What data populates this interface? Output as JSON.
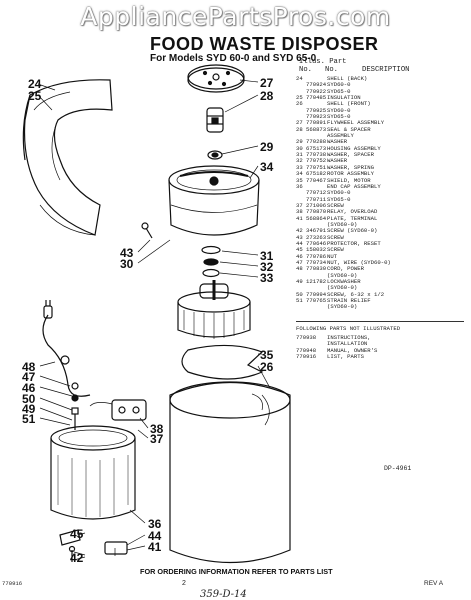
{
  "watermark": "AppliancePartsPros.com",
  "title": "FOOD WASTE DISPOSER",
  "subtitle": "For Models SYD 60-0 and SYD 65-0",
  "header": {
    "illus": "Illus. Part",
    "no": "No.",
    "partno": "No.",
    "desc": "DESCRIPTION"
  },
  "parts": [
    {
      "illus": "24",
      "part": "",
      "desc": "SHELL (BACK)"
    },
    {
      "illus": "",
      "part": "770924",
      "desc": "SYD60-0"
    },
    {
      "illus": "",
      "part": "770922",
      "desc": "SYD65-0"
    },
    {
      "illus": "25",
      "part": "770485",
      "desc": "INSULATION"
    },
    {
      "illus": "26",
      "part": "",
      "desc": "SHELL (FRONT)"
    },
    {
      "illus": "",
      "part": "770925",
      "desc": "SYD60-0"
    },
    {
      "illus": "",
      "part": "770923",
      "desc": "SYD65-0"
    },
    {
      "illus": "27",
      "part": "770891",
      "desc": "FLYWHEEL ASSEMBLY"
    },
    {
      "illus": "28",
      "part": "568873",
      "desc": "SEAL & SPACER"
    },
    {
      "illus": "",
      "part": "",
      "desc": "ASSEMBLY"
    },
    {
      "illus": "29",
      "part": "770288",
      "desc": "WASHER"
    },
    {
      "illus": "30",
      "part": "675173",
      "desc": "HOUSING ASSEMBLY"
    },
    {
      "illus": "31",
      "part": "770738",
      "desc": "WASHER, SPACER"
    },
    {
      "illus": "32",
      "part": "770752",
      "desc": "WASHER"
    },
    {
      "illus": "33",
      "part": "770751",
      "desc": "WASHER, SPRING"
    },
    {
      "illus": "34",
      "part": "675182",
      "desc": "ROTOR ASSEMBLY"
    },
    {
      "illus": "35",
      "part": "770467",
      "desc": "SHIELD, MOTOR"
    },
    {
      "illus": "36",
      "part": "",
      "desc": "END CAP ASSEMBLY"
    },
    {
      "illus": "",
      "part": "770712",
      "desc": "SYD60-0"
    },
    {
      "illus": "",
      "part": "770711",
      "desc": "SYD65-0"
    },
    {
      "illus": "37",
      "part": "271006",
      "desc": "SCREW"
    },
    {
      "illus": "38",
      "part": "770870",
      "desc": "RELAY, OVERLOAD"
    },
    {
      "illus": "41",
      "part": "568864",
      "desc": "PLATE, TERMINAL"
    },
    {
      "illus": "",
      "part": "",
      "desc": "(SYD60-0)"
    },
    {
      "illus": "42",
      "part": "346791",
      "desc": "SCREW (SYD60-0)"
    },
    {
      "illus": "43",
      "part": "273263",
      "desc": "SCREW"
    },
    {
      "illus": "44",
      "part": "770646",
      "desc": "PROTECTOR, RESET"
    },
    {
      "illus": "45",
      "part": "158032",
      "desc": "SCREW"
    },
    {
      "illus": "46",
      "part": "770786",
      "desc": "NUT"
    },
    {
      "illus": "47",
      "part": "770734",
      "desc": "NUT, WIRE (SYD60-0)"
    },
    {
      "illus": "48",
      "part": "770830",
      "desc": "CORD, POWER"
    },
    {
      "illus": "",
      "part": "",
      "desc": "(SYD60-0)"
    },
    {
      "illus": "49",
      "part": "121782",
      "desc": "LOCKWASHER"
    },
    {
      "illus": "",
      "part": "",
      "desc": "(SYD60-0)"
    },
    {
      "illus": "50",
      "part": "770994",
      "desc": "SCREW, 6-32 x 1/2"
    },
    {
      "illus": "51",
      "part": "770765",
      "desc": "STRAIN RELIEF"
    },
    {
      "illus": "",
      "part": "",
      "desc": "(SYD60-0)"
    }
  ],
  "not_illustrated_heading": "FOLLOWING PARTS NOT ILLUSTRATED",
  "not_illustrated": [
    {
      "part": "770938",
      "desc": "INSTRUCTIONS,"
    },
    {
      "part": "",
      "desc": "INSTALLATION"
    },
    {
      "part": "770948",
      "desc": "MANUAL, OWNER'S"
    },
    {
      "part": "770916",
      "desc": "LIST, PARTS"
    }
  ],
  "diagram_code": "DP-4961",
  "footer_text": "FOR ORDERING INFORMATION REFER TO PARTS LIST",
  "page_number": "2",
  "list_number": "770916",
  "revision": "REV A",
  "handwritten": "359-D-14",
  "callouts": [
    "24",
    "25",
    "27",
    "28",
    "29",
    "34",
    "43",
    "30",
    "31",
    "32",
    "33",
    "35",
    "26",
    "48",
    "47",
    "46",
    "50",
    "49",
    "51",
    "38",
    "37",
    "36",
    "45",
    "44",
    "41",
    "42"
  ]
}
